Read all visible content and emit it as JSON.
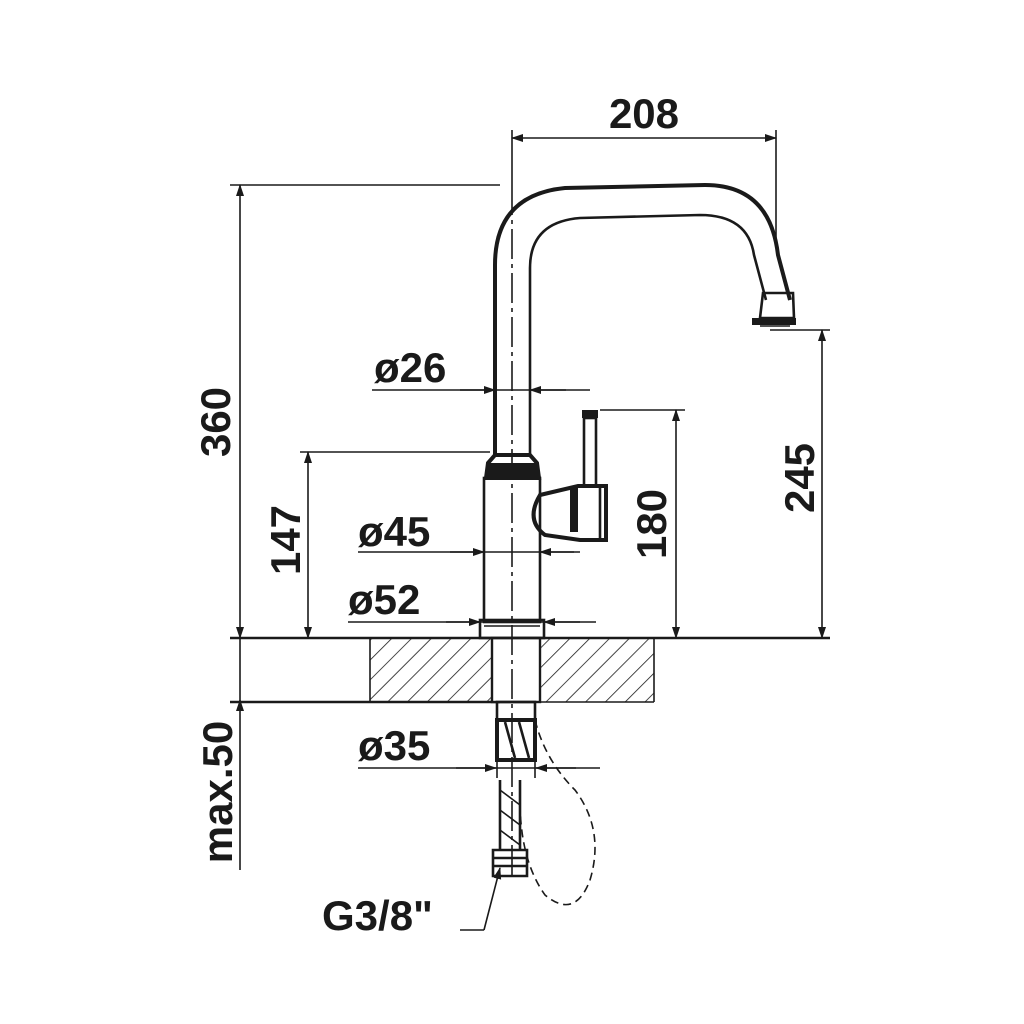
{
  "drawing": {
    "dimensions": {
      "reach": "208",
      "total_height": "360",
      "spout_height": "245",
      "handle_height": "180",
      "body_height": "147",
      "spout_tube_diameter": "ø26",
      "body_diameter": "ø45",
      "base_diameter": "ø52",
      "mounting_hole_diameter": "ø35",
      "max_countertop_thickness": "max.50",
      "connection_thread": "G3/8\""
    },
    "colors": {
      "line": "#1a1a1a",
      "background": "#ffffff"
    }
  }
}
